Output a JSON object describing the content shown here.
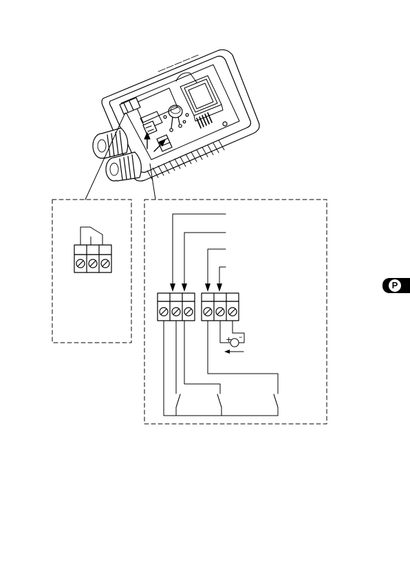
{
  "language_tab": {
    "letter": "P",
    "color": "#000000"
  },
  "polarity": {
    "plus": "+",
    "minus": "–"
  },
  "terminal_blocks": [
    {
      "name": "left-detail",
      "screws": 3
    },
    {
      "name": "right-detail-block-1",
      "screws": 3
    },
    {
      "name": "right-detail-block-2",
      "screws": 3
    }
  ],
  "line_color": "#000000"
}
